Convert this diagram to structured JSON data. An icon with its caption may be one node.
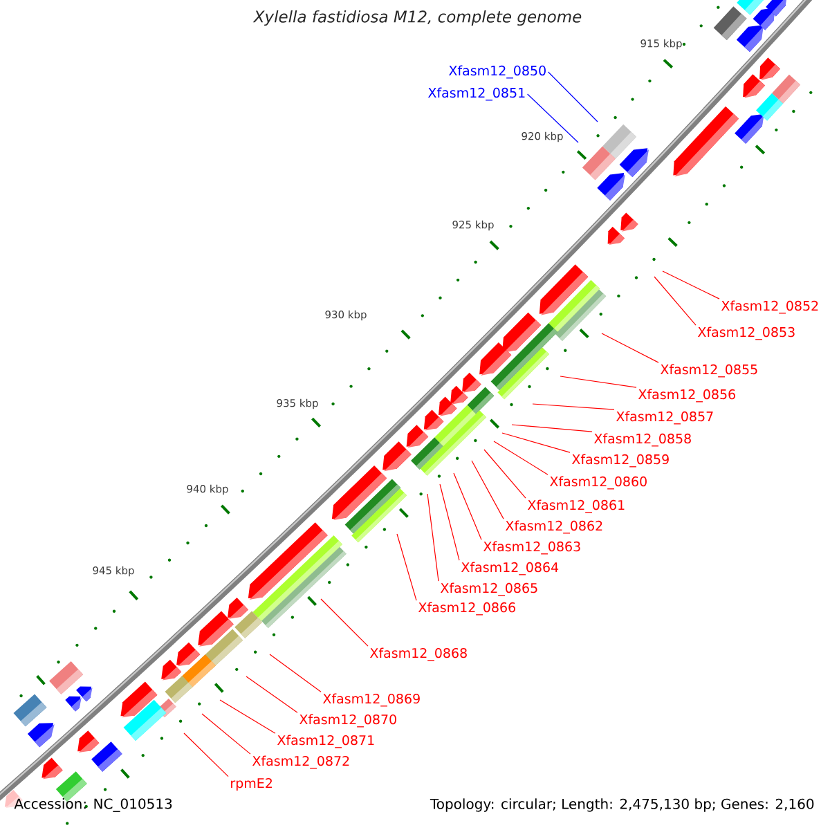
{
  "diagram": {
    "title": "Xylella fastidiosa M12, complete genome",
    "nodes": [
      {
        "text": [
          "Xfasm12_0850"
        ]
      },
      {
        "text": [
          "Xfasm12_0851"
        ]
      },
      {
        "text": [
          "Xfasm12_0852"
        ]
      },
      {
        "text": [
          "Xfasm12_0853"
        ]
      },
      {
        "text": [
          "Xfasm12_0855"
        ]
      },
      {
        "text": [
          "Xfasm12_0856"
        ]
      },
      {
        "text": [
          "Xfasm12_0857"
        ]
      },
      {
        "text": [
          "Xfasm12_0858"
        ]
      },
      {
        "text": [
          "Xfasm12_0859"
        ]
      },
      {
        "text": [
          "Xfasm12_0860"
        ]
      },
      {
        "text": [
          "Xfasm12_0861"
        ]
      },
      {
        "text": [
          "Xfasm12_0862"
        ]
      },
      {
        "text": [
          "Xfasm12_0863"
        ]
      },
      {
        "text": [
          "Xfasm12_0864"
        ]
      },
      {
        "text": [
          "Xfasm12_0865"
        ]
      },
      {
        "text": [
          "Xfasm12_0866"
        ]
      },
      {
        "text": [
          "Xfasm12_0868"
        ]
      },
      {
        "text": [
          "Xfasm12_0869"
        ]
      },
      {
        "text": [
          "Xfasm12_0870"
        ]
      },
      {
        "text": [
          "Xfasm12_0871"
        ]
      },
      {
        "text": [
          "Xfasm12_0872"
        ]
      },
      {
        "text": [
          "rpmE2"
        ]
      }
    ],
    "edges": [
      {
        "from": 0,
        "to": null,
        "arrow": "none",
        "color": "#0000ff"
      },
      {
        "from": 1,
        "to": null,
        "arrow": "none",
        "color": "#0000ff"
      },
      {
        "from": 2,
        "to": null,
        "arrow": "none"
      },
      {
        "from": 3,
        "to": null,
        "arrow": "none"
      },
      {
        "from": 4,
        "to": null,
        "arrow": "none"
      },
      {
        "from": 5,
        "to": null,
        "arrow": "none"
      },
      {
        "from": 6,
        "to": null,
        "arrow": "none"
      },
      {
        "from": 7,
        "to": null,
        "arrow": "none"
      },
      {
        "from": 8,
        "to": null,
        "arrow": "none"
      },
      {
        "from": 9,
        "to": null,
        "arrow": "none"
      },
      {
        "from": 10,
        "to": null,
        "arrow": "none"
      },
      {
        "from": 11,
        "to": null,
        "arrow": "none"
      },
      {
        "from": 12,
        "to": null,
        "arrow": "none"
      },
      {
        "from": 13,
        "to": null,
        "arrow": "none"
      },
      {
        "from": 14,
        "to": null,
        "arrow": "none"
      },
      {
        "from": 15,
        "to": null,
        "arrow": "none"
      },
      {
        "from": 16,
        "to": null,
        "arrow": "none"
      },
      {
        "from": 17,
        "to": null,
        "arrow": "none"
      },
      {
        "from": 18,
        "to": null,
        "arrow": "none"
      },
      {
        "from": 19,
        "to": null,
        "arrow": "none"
      },
      {
        "from": 20,
        "to": null,
        "arrow": "none"
      },
      {
        "from": 21,
        "to": null,
        "arrow": "none"
      }
    ],
    "labels": [
      "915 kbp",
      "920 kbp",
      "925 kbp",
      "930 kbp",
      "935 kbp",
      "940 kbp",
      "945 kbp",
      "Accession: NC_010513",
      "Topology: circular; Length: 2,475,130 bp; Genes: 2,160"
    ]
  }
}
